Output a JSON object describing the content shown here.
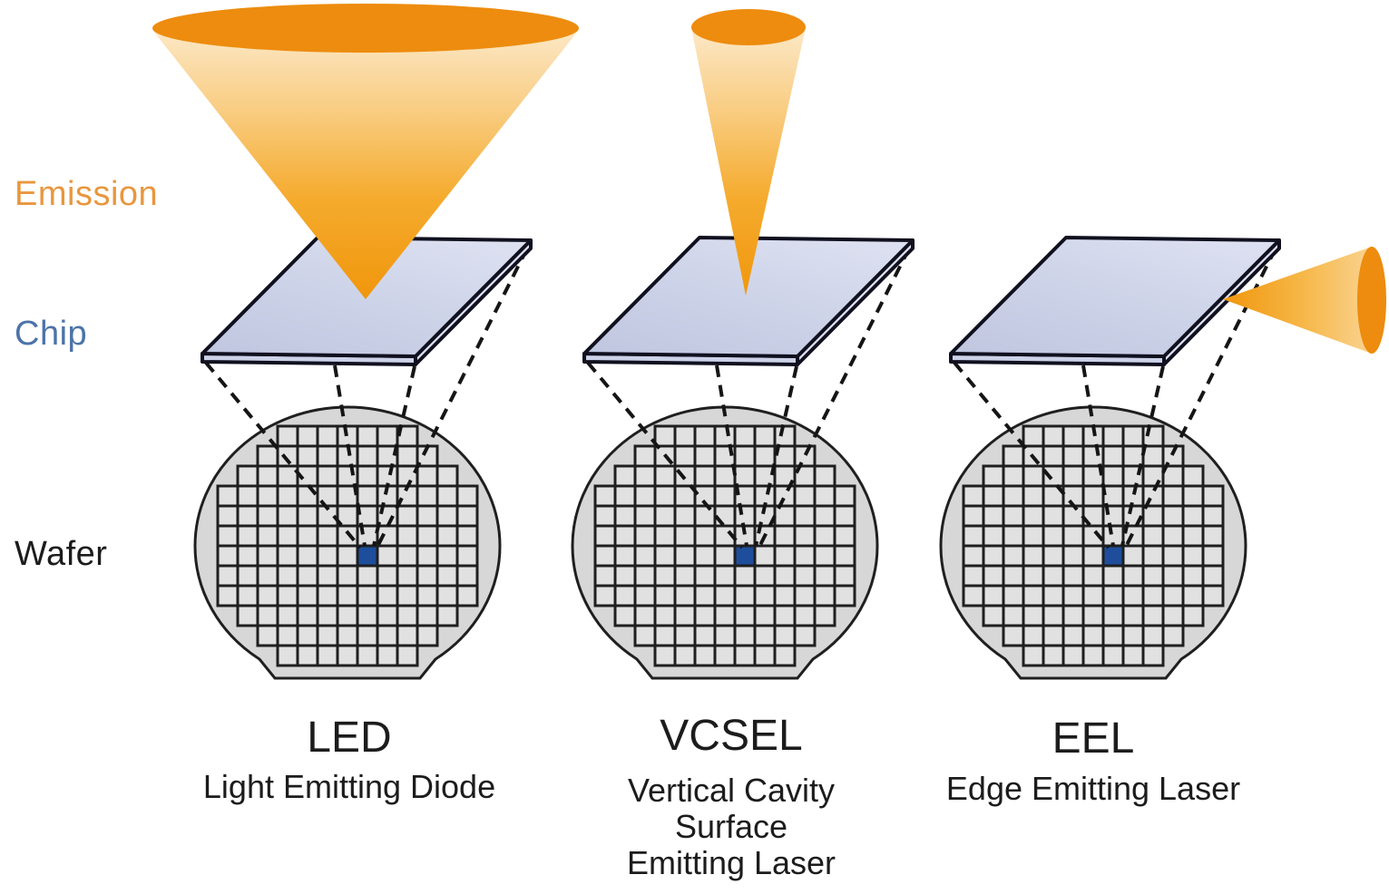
{
  "diagram": {
    "title_row_labels": [
      {
        "id": "emission",
        "text": "Emission",
        "color": "#E8973F"
      },
      {
        "id": "chip",
        "text": "Chip",
        "color": "#4C73A9"
      },
      {
        "id": "wafer",
        "text": "Wafer",
        "color": "#1C1C1C"
      }
    ],
    "devices": [
      {
        "abbr": "LED",
        "name_lines": [
          "Light Emitting Diode"
        ],
        "emission_direction": "wide cone up from chip surface"
      },
      {
        "abbr": "VCSEL",
        "name_lines": [
          "Vertical Cavity",
          "Surface",
          "Emitting Laser"
        ],
        "emission_direction": "narrow cone up from chip surface"
      },
      {
        "abbr": "EEL",
        "name_lines": [
          "Edge Emitting Laser"
        ],
        "emission_direction": "cone sideways from chip edge"
      }
    ],
    "wafer": {
      "grid_rows": [
        7,
        9,
        11,
        13,
        13,
        13,
        13,
        13,
        13,
        11,
        9,
        7
      ],
      "cell_size": 22,
      "highlighted_die": {
        "row": 6,
        "col": 7
      },
      "die_color": "#1E4E9B",
      "fill": "#D7D7D7",
      "cell_fill": "#E1E1E1",
      "stroke": "#1F1F1F"
    },
    "colors": {
      "emission_orange": "#ED8C0E",
      "cone_light": "#FCE7C4",
      "chip_fill_dark": "#BFC6DF",
      "chip_fill_light": "#DBDFF0",
      "chip_stroke": "#10101F",
      "dash_stroke": "#151515",
      "text": "#1C1C1C"
    }
  }
}
